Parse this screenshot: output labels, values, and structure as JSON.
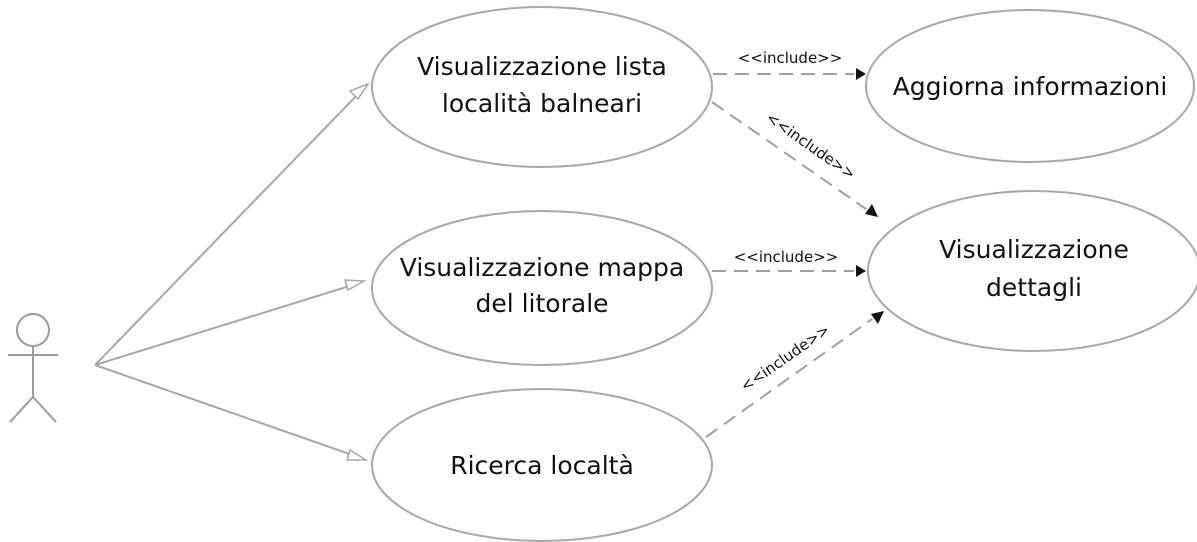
{
  "diagram": {
    "type": "use-case",
    "actor": {
      "icon": "stick-figure-icon",
      "label": ""
    },
    "use_cases": {
      "lista": {
        "lines": [
          "Visualizzazione lista",
          "località balneari"
        ]
      },
      "mappa": {
        "lines": [
          "Visualizzazione mappa",
          "del litorale"
        ]
      },
      "ricerca": {
        "lines": [
          "Ricerca localtà"
        ]
      },
      "aggiorna": {
        "lines": [
          "Aggiorna informazioni"
        ]
      },
      "dettagli": {
        "lines": [
          "Visualizzazione",
          "dettagli"
        ]
      }
    },
    "associations": [
      {
        "from": "actor",
        "to": "lista"
      },
      {
        "from": "actor",
        "to": "mappa"
      },
      {
        "from": "actor",
        "to": "ricerca"
      }
    ],
    "include_relations": {
      "lista_aggiorna": {
        "from": "lista",
        "to": "aggiorna",
        "label": "<<include>>"
      },
      "lista_dettagli": {
        "from": "lista",
        "to": "dettagli",
        "label": "<<include>>"
      },
      "mappa_dettagli": {
        "from": "mappa",
        "to": "dettagli",
        "label": "<<include>>"
      },
      "ricerca_dettagli": {
        "from": "ricerca",
        "to": "dettagli",
        "label": "<<include>>"
      }
    },
    "colors": {
      "outline": "#a8a8a8",
      "text": "#111111",
      "background": "#ffffff"
    }
  }
}
